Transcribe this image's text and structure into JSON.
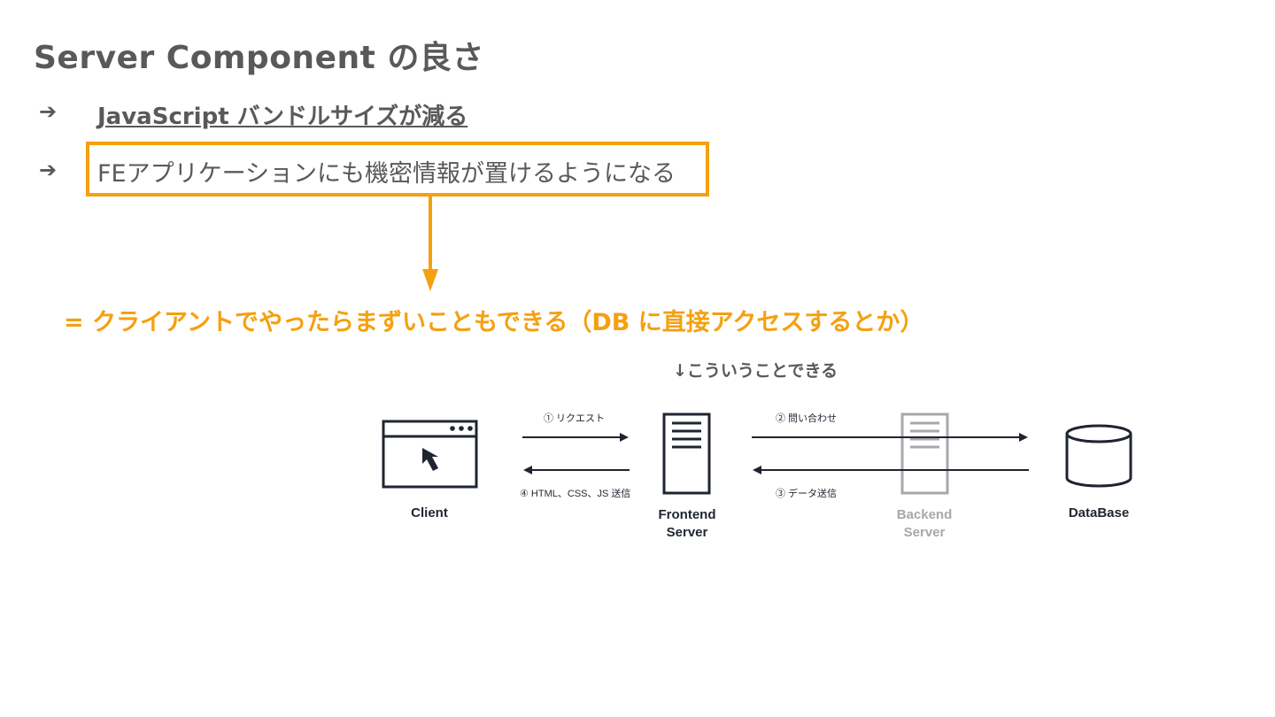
{
  "title": "Server Component の良さ",
  "bullets": [
    {
      "marker": "➔",
      "text": "JavaScript バンドルサイズが減る"
    },
    {
      "marker": "➔",
      "text": "FEアプリケーションにも機密情報が置けるようになる"
    }
  ],
  "conclusion": "= クライアントでやったらまずいこともできる（DB に直接アクセスするとか）",
  "diagram": {
    "caption": "↓こういうことできる",
    "nodes": {
      "client": "Client",
      "frontend_line1": "Frontend",
      "frontend_line2": "Server",
      "backend_line1": "Backend",
      "backend_line2": "Server",
      "database": "DataBase"
    },
    "edges": {
      "step1": "① リクエスト",
      "step2": "② 問い合わせ",
      "step3": "③ データ送信",
      "step4": "④ HTML、CSS、JS 送信"
    }
  },
  "colors": {
    "accent": "#f5a00f",
    "text": "#595959",
    "icon": "#1f2530",
    "faded": "#a6a8ab"
  }
}
